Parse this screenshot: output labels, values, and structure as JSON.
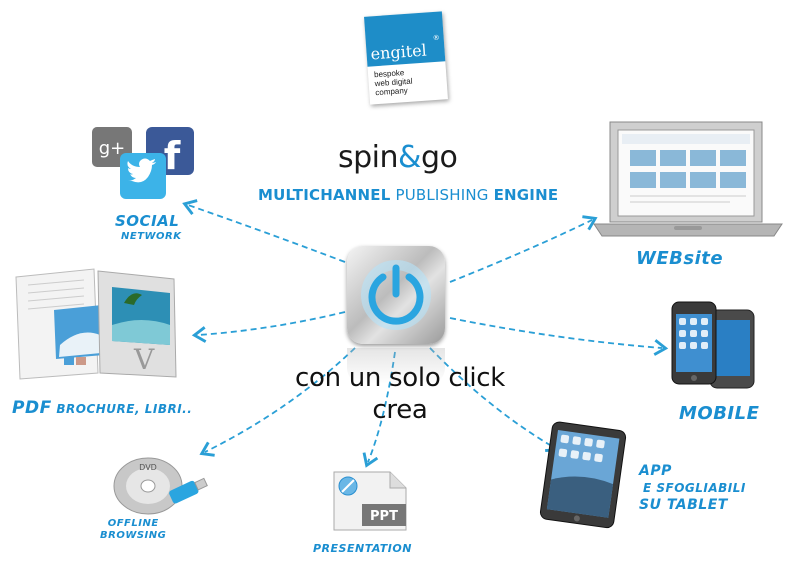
{
  "logo": {
    "brand": "engitel",
    "reg": "®",
    "tagline": [
      "bespoke",
      "web digital",
      "company"
    ]
  },
  "title": {
    "name_part1": "spin",
    "name_amp": "&",
    "name_part2": "go",
    "subtitle_bold1": "MULTICHANNEL",
    "subtitle_mid": " PUBLISHING ",
    "subtitle_bold2": "ENGINE"
  },
  "center": {
    "caption_line1": "con un solo click",
    "caption_line2": "crea"
  },
  "nodes": {
    "social": {
      "line1": "SOCIAL",
      "line2": "NETWORK",
      "icon_glyph_gplus": "g+",
      "icon_glyph_fb": "f"
    },
    "pdf": {
      "lead": "PDF",
      "rest": " BROCHURE, LIBRI.."
    },
    "offline": {
      "line1": "OFFLINE",
      "line2": "BROWSING",
      "dvd_text": "DVD"
    },
    "presentation": {
      "label": "PRESENTATION",
      "ppt_text": "PPT"
    },
    "website": {
      "label": "WEBsite"
    },
    "mobile": {
      "label": "MOBILE"
    },
    "app": {
      "line1": "APP",
      "line2": "E SFOGLIABILI",
      "line3": "SU TABLET"
    }
  },
  "colors": {
    "accent": "#1a8ed0",
    "connector": "#2a9fd6",
    "logo_band": "#1e8dc8"
  }
}
